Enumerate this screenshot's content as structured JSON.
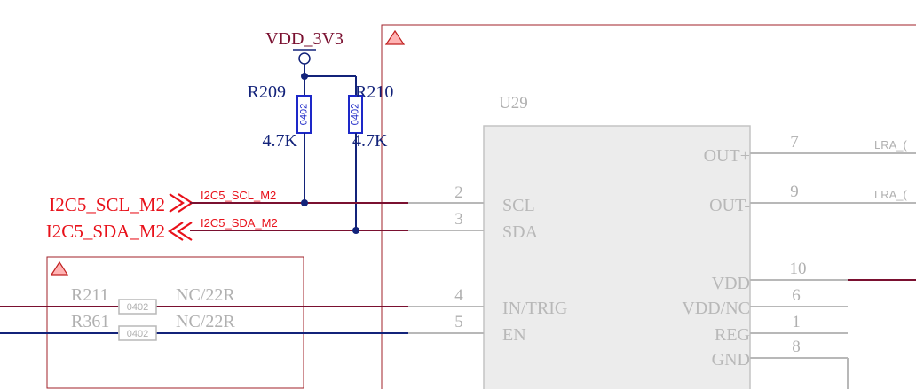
{
  "colors": {
    "wire_red": "#7a1030",
    "wire_blue": "#13237a",
    "net_red": "#e8111a",
    "resistor_blue": "#1d28c8",
    "dark_blue": "#13237a",
    "gray": "#b8b8b8",
    "gray_text": "#b0b0b0",
    "frame": "#a0202a",
    "warn_fill": "#ffb3b3"
  },
  "power": {
    "label": "VDD_3V3"
  },
  "resistors": {
    "r209": {
      "ref": "R209",
      "value": "4.7K",
      "package": "0402"
    },
    "r210": {
      "ref": "R210",
      "value": "4.7K",
      "package": "0402"
    },
    "r211": {
      "ref": "R211",
      "value": "NC/22R",
      "package": "0402"
    },
    "r361": {
      "ref": "R361",
      "value": "NC/22R",
      "package": "0402"
    }
  },
  "nets": {
    "scl_port": "I2C5_SCL_M2",
    "sda_port": "I2C5_SDA_M2",
    "scl_label": "I2C5_SCL_M2",
    "sda_label": "I2C5_SDA_M2",
    "lra_pos": "LRA_(",
    "lra_neg": "LRA_("
  },
  "ic": {
    "ref": "U29",
    "left_pins": [
      {
        "num": "2",
        "name": "SCL"
      },
      {
        "num": "3",
        "name": "SDA"
      },
      {
        "num": "4",
        "name": "IN/TRIG"
      },
      {
        "num": "5",
        "name": "EN"
      }
    ],
    "right_pins": [
      {
        "num": "7",
        "name": "OUT+"
      },
      {
        "num": "9",
        "name": "OUT-"
      },
      {
        "num": "10",
        "name": "VDD"
      },
      {
        "num": "6",
        "name": "VDD/NC"
      },
      {
        "num": "1",
        "name": "REG"
      },
      {
        "num": "8",
        "name": "GND"
      }
    ]
  }
}
